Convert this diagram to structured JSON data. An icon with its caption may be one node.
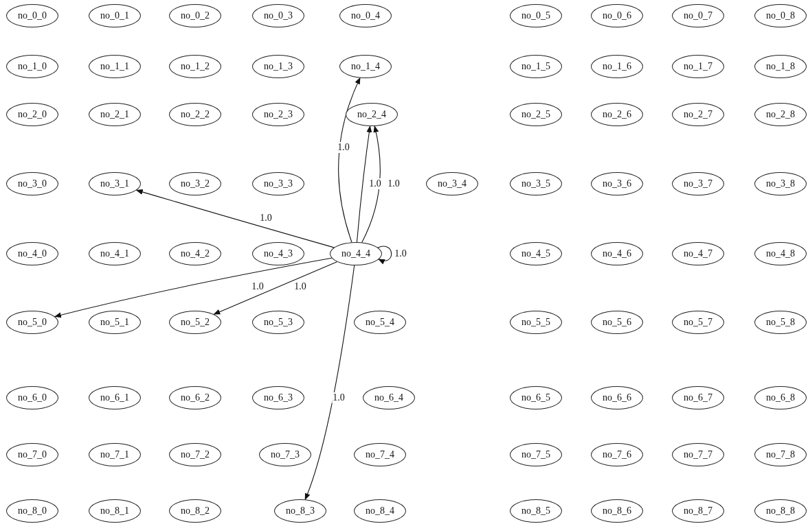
{
  "diagram": {
    "nodes": [
      {
        "text": [
          "no_0_0"
        ]
      },
      {
        "text": [
          "no_0_1"
        ]
      },
      {
        "text": [
          "no_0_2"
        ]
      },
      {
        "text": [
          "no_0_3"
        ]
      },
      {
        "text": [
          "no_0_4"
        ]
      },
      {
        "text": [
          "no_0_5"
        ]
      },
      {
        "text": [
          "no_0_6"
        ]
      },
      {
        "text": [
          "no_0_7"
        ]
      },
      {
        "text": [
          "no_0_8"
        ]
      },
      {
        "text": [
          "no_1_0"
        ]
      },
      {
        "text": [
          "no_1_1"
        ]
      },
      {
        "text": [
          "no_1_2"
        ]
      },
      {
        "text": [
          "no_1_3"
        ]
      },
      {
        "text": [
          "no_1_4"
        ]
      },
      {
        "text": [
          "no_1_5"
        ]
      },
      {
        "text": [
          "no_1_6"
        ]
      },
      {
        "text": [
          "no_1_7"
        ]
      },
      {
        "text": [
          "no_1_8"
        ]
      },
      {
        "text": [
          "no_2_0"
        ]
      },
      {
        "text": [
          "no_2_1"
        ]
      },
      {
        "text": [
          "no_2_2"
        ]
      },
      {
        "text": [
          "no_2_3"
        ]
      },
      {
        "text": [
          "no_2_4"
        ]
      },
      {
        "text": [
          "no_2_5"
        ]
      },
      {
        "text": [
          "no_2_6"
        ]
      },
      {
        "text": [
          "no_2_7"
        ]
      },
      {
        "text": [
          "no_2_8"
        ]
      },
      {
        "text": [
          "no_3_0"
        ]
      },
      {
        "text": [
          "no_3_1"
        ]
      },
      {
        "text": [
          "no_3_2"
        ]
      },
      {
        "text": [
          "no_3_3"
        ]
      },
      {
        "text": [
          "no_3_4"
        ]
      },
      {
        "text": [
          "no_3_5"
        ]
      },
      {
        "text": [
          "no_3_6"
        ]
      },
      {
        "text": [
          "no_3_7"
        ]
      },
      {
        "text": [
          "no_3_8"
        ]
      },
      {
        "text": [
          "no_4_0"
        ]
      },
      {
        "text": [
          "no_4_1"
        ]
      },
      {
        "text": [
          "no_4_2"
        ]
      },
      {
        "text": [
          "no_4_3"
        ]
      },
      {
        "text": [
          "no_4_4"
        ]
      },
      {
        "text": [
          "no_4_5"
        ]
      },
      {
        "text": [
          "no_4_6"
        ]
      },
      {
        "text": [
          "no_4_7"
        ]
      },
      {
        "text": [
          "no_4_8"
        ]
      },
      {
        "text": [
          "no_5_0"
        ]
      },
      {
        "text": [
          "no_5_1"
        ]
      },
      {
        "text": [
          "no_5_2"
        ]
      },
      {
        "text": [
          "no_5_3"
        ]
      },
      {
        "text": [
          "no_5_4"
        ]
      },
      {
        "text": [
          "no_5_5"
        ]
      },
      {
        "text": [
          "no_5_6"
        ]
      },
      {
        "text": [
          "no_5_7"
        ]
      },
      {
        "text": [
          "no_5_8"
        ]
      },
      {
        "text": [
          "no_6_0"
        ]
      },
      {
        "text": [
          "no_6_1"
        ]
      },
      {
        "text": [
          "no_6_2"
        ]
      },
      {
        "text": [
          "no_6_3"
        ]
      },
      {
        "text": [
          "no_6_4"
        ]
      },
      {
        "text": [
          "no_6_5"
        ]
      },
      {
        "text": [
          "no_6_6"
        ]
      },
      {
        "text": [
          "no_6_7"
        ]
      },
      {
        "text": [
          "no_6_8"
        ]
      },
      {
        "text": [
          "no_7_0"
        ]
      },
      {
        "text": [
          "no_7_1"
        ]
      },
      {
        "text": [
          "no_7_2"
        ]
      },
      {
        "text": [
          "no_7_3"
        ]
      },
      {
        "text": [
          "no_7_4"
        ]
      },
      {
        "text": [
          "no_7_5"
        ]
      },
      {
        "text": [
          "no_7_6"
        ]
      },
      {
        "text": [
          "no_7_7"
        ]
      },
      {
        "text": [
          "no_7_8"
        ]
      },
      {
        "text": [
          "no_8_0"
        ]
      },
      {
        "text": [
          "no_8_1"
        ]
      },
      {
        "text": [
          "no_8_2"
        ]
      },
      {
        "text": [
          "no_8_3"
        ]
      },
      {
        "text": [
          "no_8_4"
        ]
      },
      {
        "text": [
          "no_8_5"
        ]
      },
      {
        "text": [
          "no_8_6"
        ]
      },
      {
        "text": [
          "no_8_7"
        ]
      },
      {
        "text": [
          "no_8_8"
        ]
      }
    ],
    "edges": [
      {
        "from": 40,
        "to": 13,
        "arrow": "to",
        "label": "1.0"
      },
      {
        "from": 40,
        "to": 22,
        "arrow": "to",
        "label": "1.0"
      },
      {
        "from": 40,
        "to": 22,
        "arrow": "to",
        "label": "1.0"
      },
      {
        "from": 40,
        "to": 28,
        "arrow": "to",
        "label": "1.0"
      },
      {
        "from": 40,
        "to": 40,
        "arrow": "to",
        "label": "1.0"
      },
      {
        "from": 40,
        "to": 45,
        "arrow": "to",
        "label": "1.0"
      },
      {
        "from": 40,
        "to": 47,
        "arrow": "to",
        "label": "1.0"
      },
      {
        "from": 40,
        "to": 75,
        "arrow": "to",
        "label": "1.0"
      }
    ]
  }
}
